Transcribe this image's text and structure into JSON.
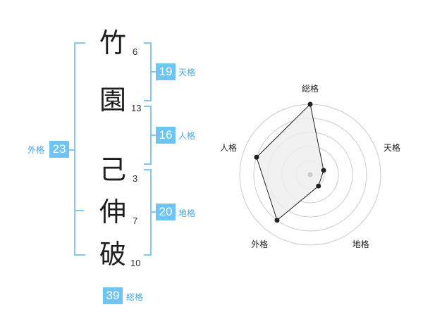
{
  "name": {
    "chars": [
      {
        "char": "竹",
        "strokes": "6"
      },
      {
        "char": "園",
        "strokes": "13"
      },
      {
        "char": "己",
        "strokes": "3"
      },
      {
        "char": "伸",
        "strokes": "7"
      },
      {
        "char": "破",
        "strokes": "10"
      }
    ]
  },
  "fortunes": {
    "tenkaku": {
      "label": "天格",
      "value": "19"
    },
    "jinkaku": {
      "label": "人格",
      "value": "16"
    },
    "chikaku": {
      "label": "地格",
      "value": "20"
    },
    "gaikaku": {
      "label": "外格",
      "value": "23"
    },
    "soukaku": {
      "label": "総格",
      "value": "39"
    }
  },
  "chart_data": {
    "type": "radar",
    "axes": [
      "総格",
      "天格",
      "地格",
      "外格",
      "人格"
    ],
    "values": [
      5,
      1,
      1,
      4,
      4
    ],
    "max": 5,
    "rings": 5,
    "colors": {
      "fill": "#efefef",
      "line": "#222222",
      "ring": "#cccccc",
      "center": "#cccccc"
    }
  }
}
